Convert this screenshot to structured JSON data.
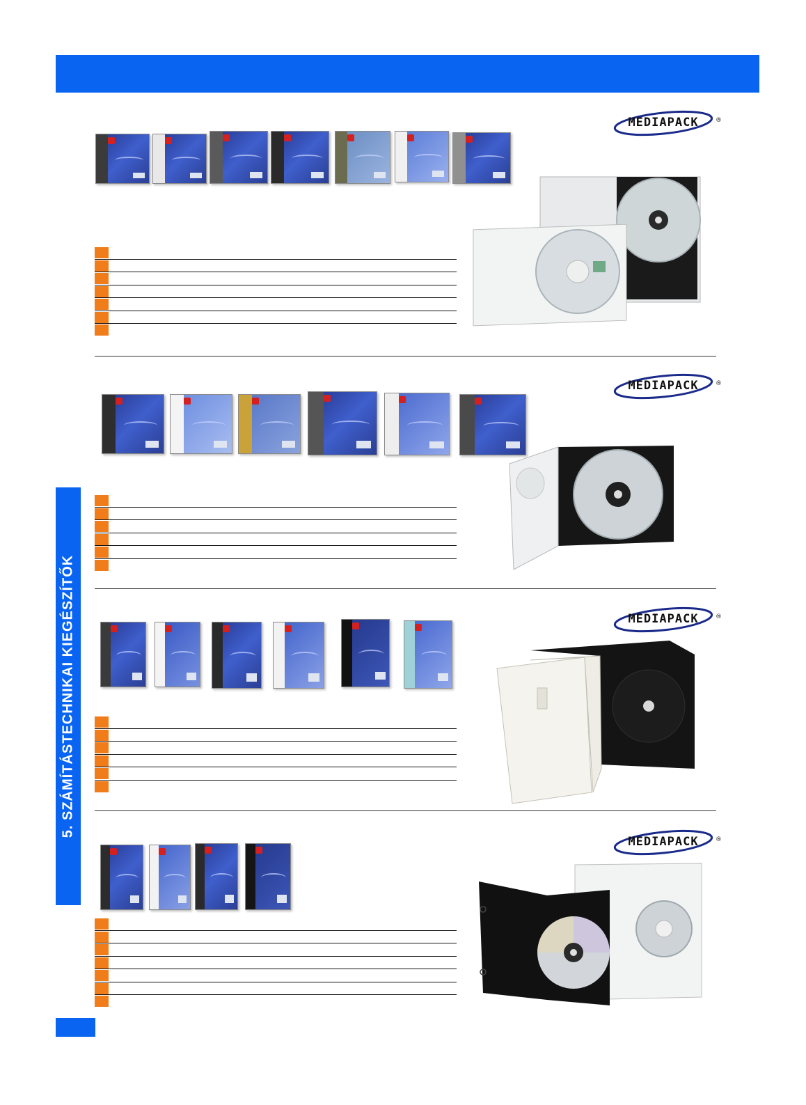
{
  "side_label": "5. SZÁMÍTÁSTECHNIKAI KIEGÉSZÍTŐK",
  "brand_logo": "MEDIAPACK",
  "colors": {
    "header_blue": "#0a64f2",
    "row_marker_orange": "#f07d1a",
    "divider": "#333333"
  },
  "sections": [
    {
      "id": "jewel-case-10mm",
      "pack_count": 7,
      "row_count": 7,
      "illustration": "clear-jewel-cd-case"
    },
    {
      "id": "slim-jewel-case",
      "pack_count": 6,
      "row_count": 6,
      "illustration": "slim-cd-case-black-tray"
    },
    {
      "id": "dvd-case",
      "pack_count": 6,
      "row_count": 6,
      "illustration": "clear-and-black-dvd-case"
    },
    {
      "id": "slim-dvd-case",
      "pack_count": 4,
      "row_count": 7,
      "illustration": "black-and-clear-slim-dvd-case"
    }
  ]
}
